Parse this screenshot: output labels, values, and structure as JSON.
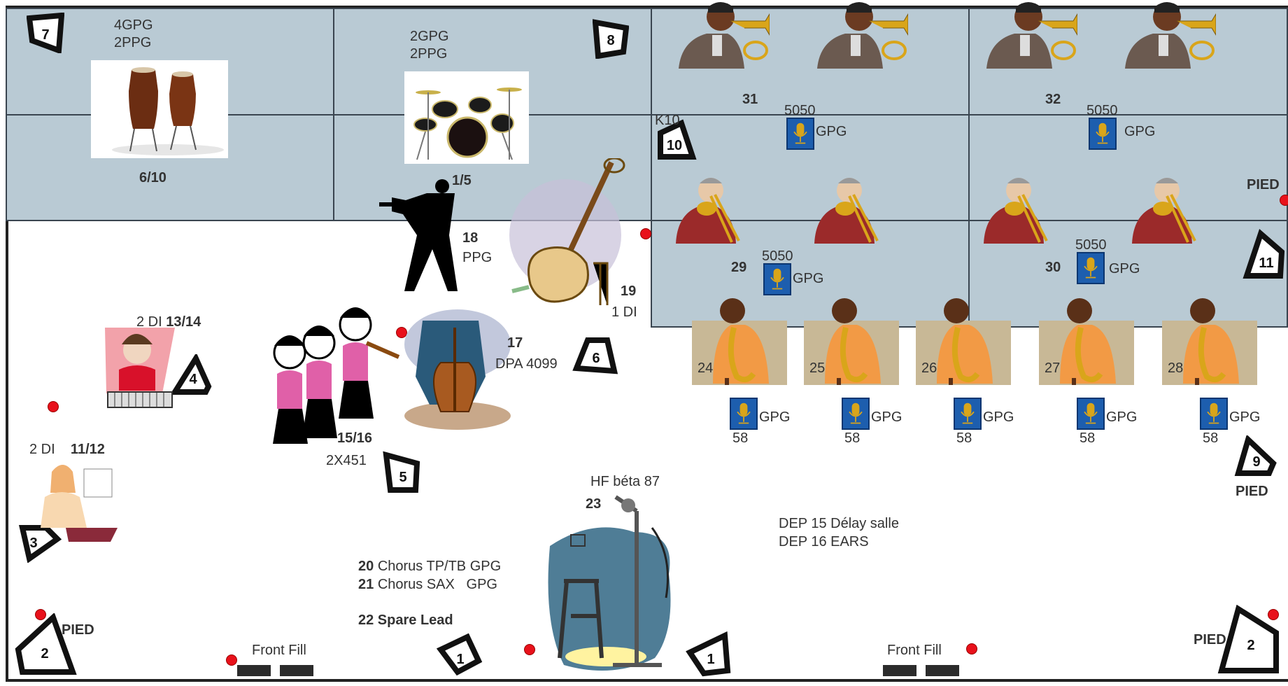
{
  "risers": {
    "r1": {
      "lines": [
        "4GPG",
        "2PPG"
      ],
      "num": "6/10"
    },
    "r2": {
      "lines": [
        "2GPG",
        "2PPG"
      ],
      "num": "1/5"
    },
    "trumpets_left_num": "31",
    "trumpets_right_num": "32",
    "trombones_left_num": "29",
    "trombones_right_num": "30"
  },
  "wedges": [
    "7",
    "8",
    "10",
    "11",
    "4",
    "6",
    "5",
    "3",
    "2",
    "2",
    "1",
    "1",
    "9"
  ],
  "labels": {
    "k10": "K10",
    "mic5050_1": "5050",
    "gpg_1": "GPG",
    "mic5050_2": "5050",
    "gpg_2": "GPG",
    "mic5050_3": "5050",
    "gpg_3": "GPG",
    "mic5050_4": "5050",
    "gpg_4": "GPG",
    "pied_right_top": "PIED",
    "pied_right_mid": "PIED",
    "pied_bottom_left": "PIED",
    "pied_bottom_right": "PIED",
    "bass_num": "18",
    "bass_mic": "PPG",
    "contrabass_num": "19",
    "contrabass_mic": "1 DI",
    "keys_label_pre": "2 DI",
    "keys_num": "13/14",
    "violins_num": "15/16",
    "violins_mic": "2X451",
    "cello_num": "17",
    "cello_mic": "DPA 4099",
    "piano_label_pre": "2 DI",
    "piano_num": "11/12",
    "hf": "HF béta 87",
    "lead_num": "23",
    "dep15": "DEP 15 Délay salle",
    "dep16": "DEP 16 EARS",
    "chorus20_num": "20",
    "chorus20": "Chorus TP/TB GPG",
    "chorus21_num": "21",
    "chorus21": "Chorus SAX   GPG",
    "spare": "22 Spare Lead",
    "frontfill_left": "Front Fill",
    "frontfill_right": "Front Fill"
  },
  "saxes": [
    {
      "num": "24",
      "mic": "GPG",
      "sub": "58"
    },
    {
      "num": "25",
      "mic": "GPG",
      "sub": "58"
    },
    {
      "num": "26",
      "mic": "GPG",
      "sub": "58"
    },
    {
      "num": "27",
      "mic": "GPG",
      "sub": "58"
    },
    {
      "num": "28",
      "mic": "GPG",
      "sub": "58"
    }
  ],
  "colors": {
    "riser": "#b9cad4",
    "power": "#e8111b",
    "mic_box": "#1d5eae"
  },
  "icons": [
    "congas-image",
    "drum-kit-image",
    "trumpet-player-icon",
    "trombone-player-icon",
    "sax-player-icon",
    "bass-player-icon",
    "contrabass-icon",
    "keyboard-player-icon",
    "violinists-icon",
    "cello-icon",
    "pianist-icon",
    "mic-stand-icon",
    "mic-icon",
    "wedge-monitor-icon",
    "power-outlet-icon",
    "front-fill-speaker-icon"
  ]
}
